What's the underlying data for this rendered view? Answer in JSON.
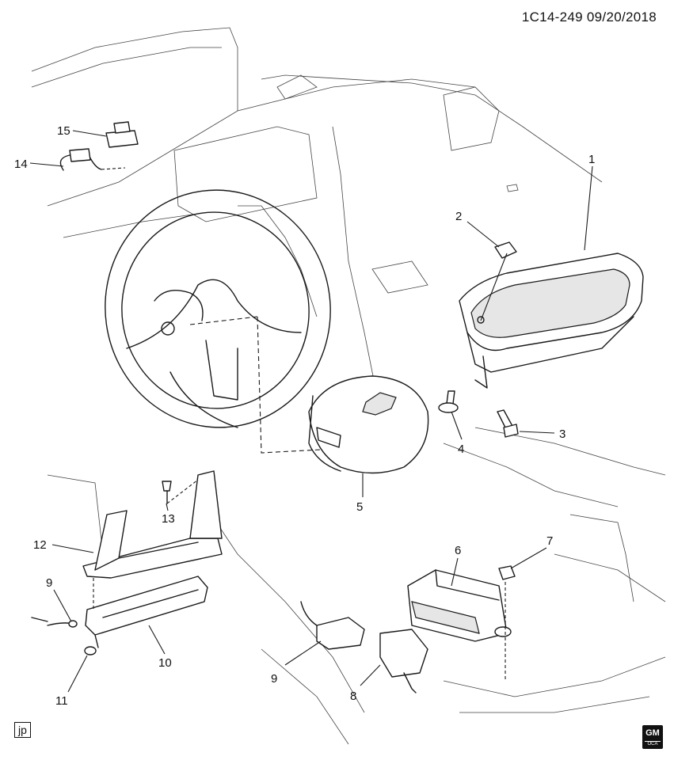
{
  "header": {
    "diagram_code": "1C14-249 09/20/2018"
  },
  "footer": {
    "region_code": "jp",
    "brand_mark": "GM",
    "brand_submark": "OCA"
  },
  "callouts": [
    {
      "id": "1",
      "label": "1"
    },
    {
      "id": "2",
      "label": "2"
    },
    {
      "id": "3",
      "label": "3"
    },
    {
      "id": "4",
      "label": "4"
    },
    {
      "id": "5",
      "label": "5"
    },
    {
      "id": "6",
      "label": "6"
    },
    {
      "id": "7",
      "label": "7"
    },
    {
      "id": "8",
      "label": "8"
    },
    {
      "id": "9a",
      "label": "9"
    },
    {
      "id": "9b",
      "label": "9"
    },
    {
      "id": "10",
      "label": "10"
    },
    {
      "id": "11",
      "label": "11"
    },
    {
      "id": "12",
      "label": "12"
    },
    {
      "id": "13",
      "label": "13"
    },
    {
      "id": "14",
      "label": "14"
    },
    {
      "id": "15",
      "label": "15"
    }
  ]
}
